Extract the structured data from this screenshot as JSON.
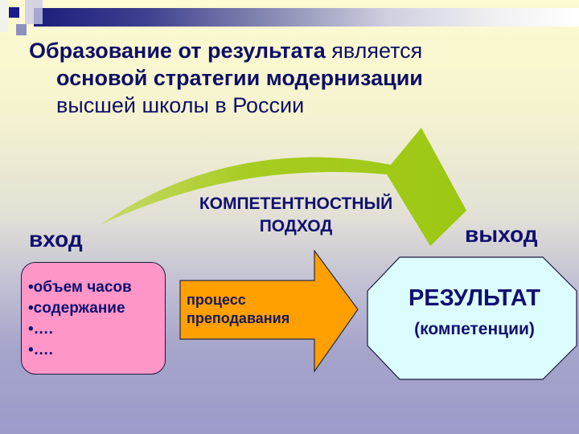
{
  "slide": {
    "title": {
      "line1_bold": "Образование от результата",
      "line1_normal": " является",
      "line2_bold": "основой стратегии модернизации",
      "line3_normal": "высшей школы в России"
    },
    "approach_label": {
      "line1": "КОМПЕТЕНТНОСТНЫЙ",
      "line2": "ПОДХОД"
    },
    "input": {
      "label": "вход",
      "items": [
        "•объем часов",
        "•содержание",
        "•….",
        "•…."
      ]
    },
    "process": {
      "line1": "процесс",
      "line2": "преподавания"
    },
    "output": {
      "label": "выход",
      "result_title": "РЕЗУЛЬТАТ",
      "result_subtitle": "(компетенции)"
    }
  },
  "colors": {
    "text_primary": "#101070",
    "arrow_green": "#a6cc1c",
    "process_orange": "#ff9f00",
    "input_pink": "#fe97c8",
    "result_cyan": "#dcfdfd"
  }
}
